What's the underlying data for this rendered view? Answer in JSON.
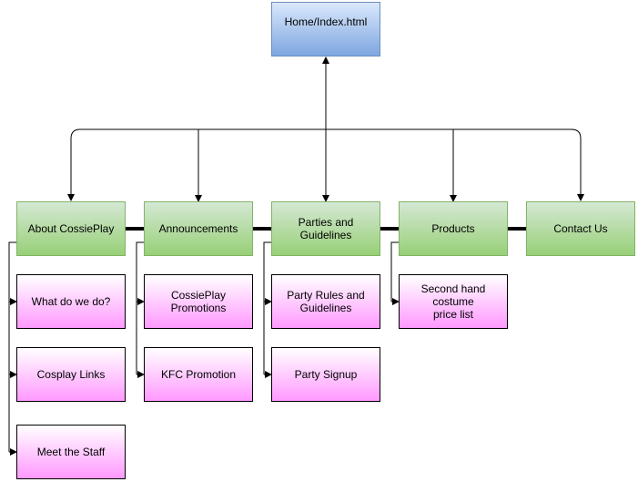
{
  "root": {
    "label": "Home/Index.html"
  },
  "sections": [
    {
      "id": "about",
      "label": "About CossiePlay",
      "children": [
        "What do we do?",
        "Cosplay Links",
        "Meet the Staff"
      ]
    },
    {
      "id": "announcements",
      "label": "Announcements",
      "children": [
        "CossiePlay\nPromotions",
        "KFC Promotion"
      ]
    },
    {
      "id": "parties",
      "label": "Parties and\nGuidelines",
      "children": [
        "Party Rules and\nGuidelines",
        "Party Signup"
      ]
    },
    {
      "id": "products",
      "label": "Products",
      "children": [
        "Second hand costume\nprice list"
      ]
    },
    {
      "id": "contact",
      "label": "Contact Us",
      "children": []
    }
  ],
  "colors": {
    "root_fill_top": "#dae8fc",
    "root_fill_bottom": "#7ea6e0",
    "section_fill_top": "#d5e8d4",
    "section_fill_bottom": "#97d077",
    "page_fill_top": "#ffffff",
    "page_fill_bottom": "#ff99ff",
    "connector": "#000000"
  }
}
